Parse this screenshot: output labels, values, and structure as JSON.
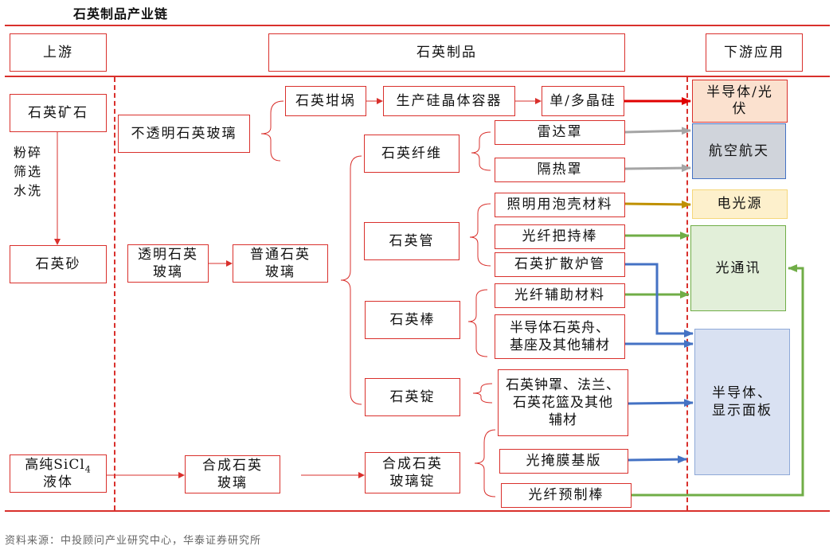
{
  "title": "石英制品产业链",
  "headers": {
    "upstream": "上游",
    "midstream": "石英制品",
    "downstream": "下游应用"
  },
  "upstream": {
    "ore": "石英矿石",
    "process_steps": "粉碎\n筛选\n水洗",
    "sand": "石英砂",
    "sicl4_prefix": "高纯SiCl",
    "sicl4_sub": "4",
    "sicl4_suffix": "液体"
  },
  "materials": {
    "opaque_glass": "不透明石英玻璃",
    "transparent_glass": "透明石英\n玻璃",
    "common_glass": "普通石英\n玻璃",
    "synthetic_glass": "合成石英\n玻璃"
  },
  "products": {
    "crucible": "石英坩埚",
    "container": "生产硅晶体容器",
    "silicon": "单/多晶硅",
    "fiber": "石英纤维",
    "tube": "石英管",
    "rod": "石英棒",
    "ingot": "石英锭",
    "synthetic_ingot": "合成石英\n玻璃锭"
  },
  "items": {
    "radome": "雷达罩",
    "heat_shield": "隔热罩",
    "bulb_material": "照明用泡壳材料",
    "fiber_holder": "光纤把持棒",
    "diffusion_tube": "石英扩散炉管",
    "fiber_aux": "光纤辅助材料",
    "semi_boat": "半导体石英舟、\n基座及其他辅材",
    "bell_jar": "石英钟罩、法兰、\n石英花篮及其他\n辅材",
    "photomask": "光掩膜基版",
    "preform": "光纤预制棒"
  },
  "applications": {
    "semi_pv": "半导体/光\n伏",
    "aerospace": "航空航天",
    "light_source": "电光源",
    "telecom": "光通讯",
    "semi_display": "半导体、\n显示面板"
  },
  "colors": {
    "frame_red": "#d9302c",
    "orange_fill": "#fbe1cf",
    "gray_fill": "#d0d4db",
    "gray_border": "#4472c4",
    "yellow_fill": "#fdf0cc",
    "green_fill": "#e2efd9",
    "green_border": "#70ad47",
    "blue_fill": "#d9e1f2",
    "arrow_red": "#e00000",
    "arrow_gray": "#a5a5a5",
    "arrow_gold": "#bf9000",
    "arrow_green": "#70ad47",
    "arrow_blue": "#4472c4"
  },
  "footer": "资料来源：中投顾问产业研究中心，华泰证券研究所"
}
